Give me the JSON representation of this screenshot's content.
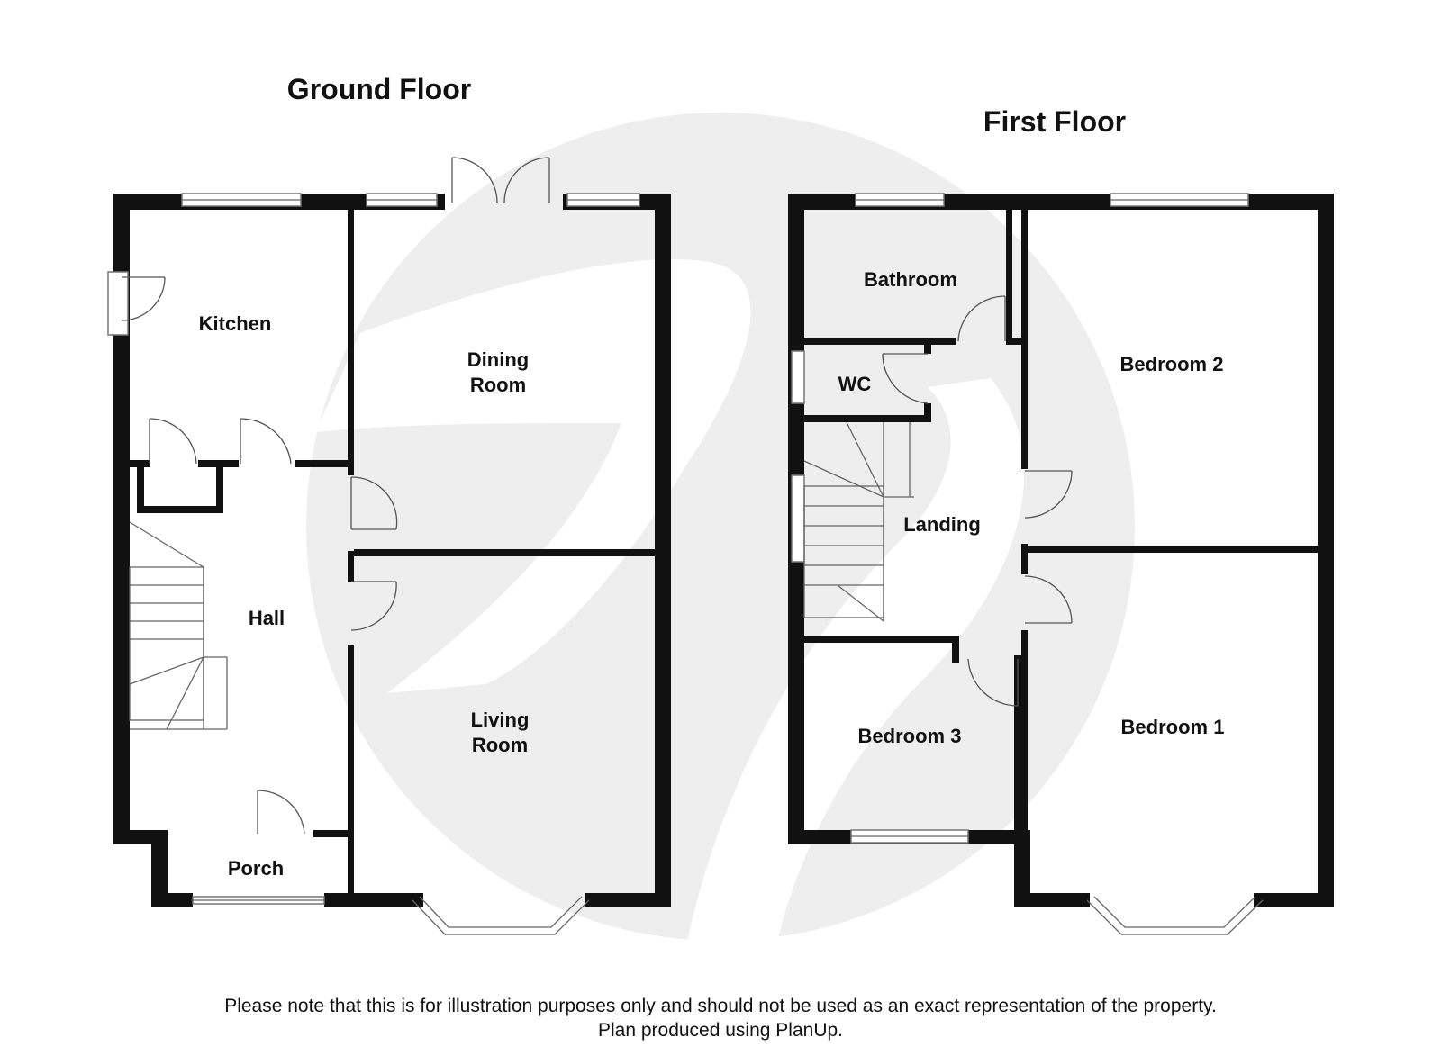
{
  "floors": {
    "ground": {
      "title": "Ground Floor",
      "rooms": {
        "kitchen": "Kitchen",
        "dining_1": "Dining",
        "dining_2": "Room",
        "hall": "Hall",
        "living_1": "Living",
        "living_2": "Room",
        "porch": "Porch"
      }
    },
    "first": {
      "title": "First Floor",
      "rooms": {
        "bathroom": "Bathroom",
        "wc": "WC",
        "landing": "Landing",
        "bedroom2": "Bedroom 2",
        "bedroom1": "Bedroom 1",
        "bedroom3": "Bedroom 3"
      }
    }
  },
  "footer": {
    "line1": "Please note that this is for illustration purposes only and should not be used as an exact representation of the property.",
    "line2": "Plan produced using PlanUp."
  },
  "colors": {
    "wall": "#111111",
    "watermark": "#eeeeee"
  }
}
